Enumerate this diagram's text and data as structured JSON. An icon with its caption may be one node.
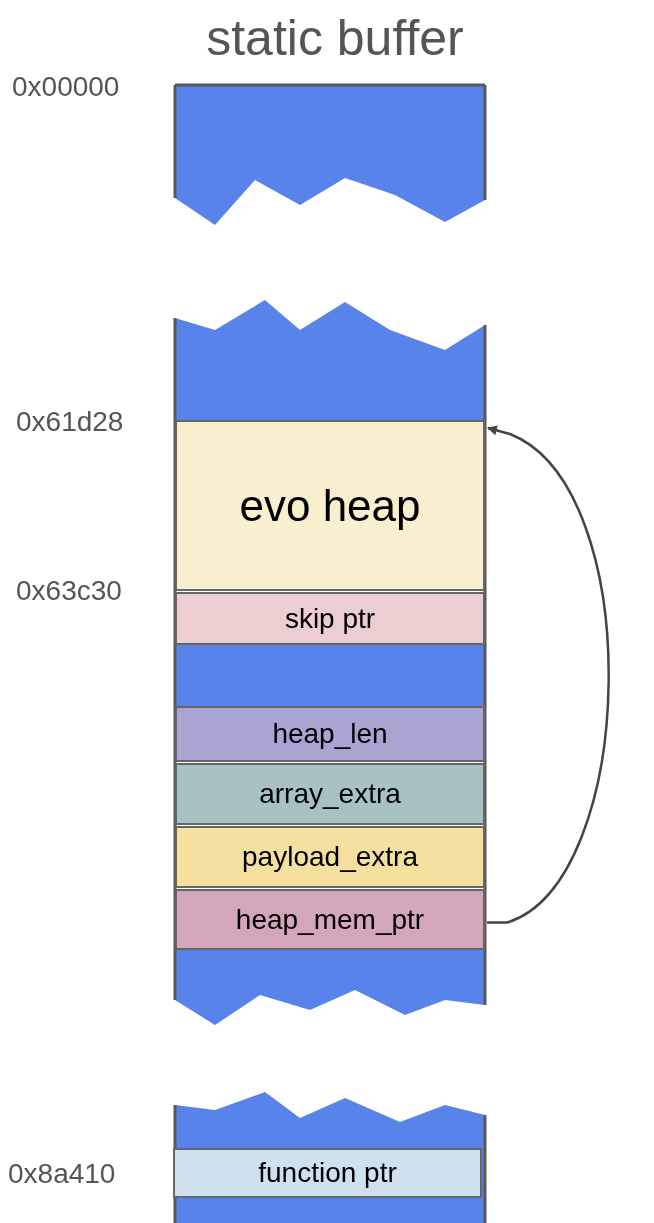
{
  "diagram": {
    "title": "static buffer",
    "nodes": [
      {
        "text": [
          "evo heap"
        ]
      },
      {
        "text": [
          "skip ptr"
        ]
      },
      {
        "text": [
          "heap_len"
        ]
      },
      {
        "text": [
          "array_extra"
        ]
      },
      {
        "text": [
          "payload_extra"
        ]
      },
      {
        "text": [
          "heap_mem_ptr"
        ]
      },
      {
        "text": [
          "function ptr"
        ]
      }
    ],
    "edges": [
      {
        "from": 5,
        "to": 0,
        "arrow": "to"
      }
    ],
    "labels": [
      "0x00000",
      "0x61d28",
      "0x63c30",
      "0x8a410"
    ]
  }
}
